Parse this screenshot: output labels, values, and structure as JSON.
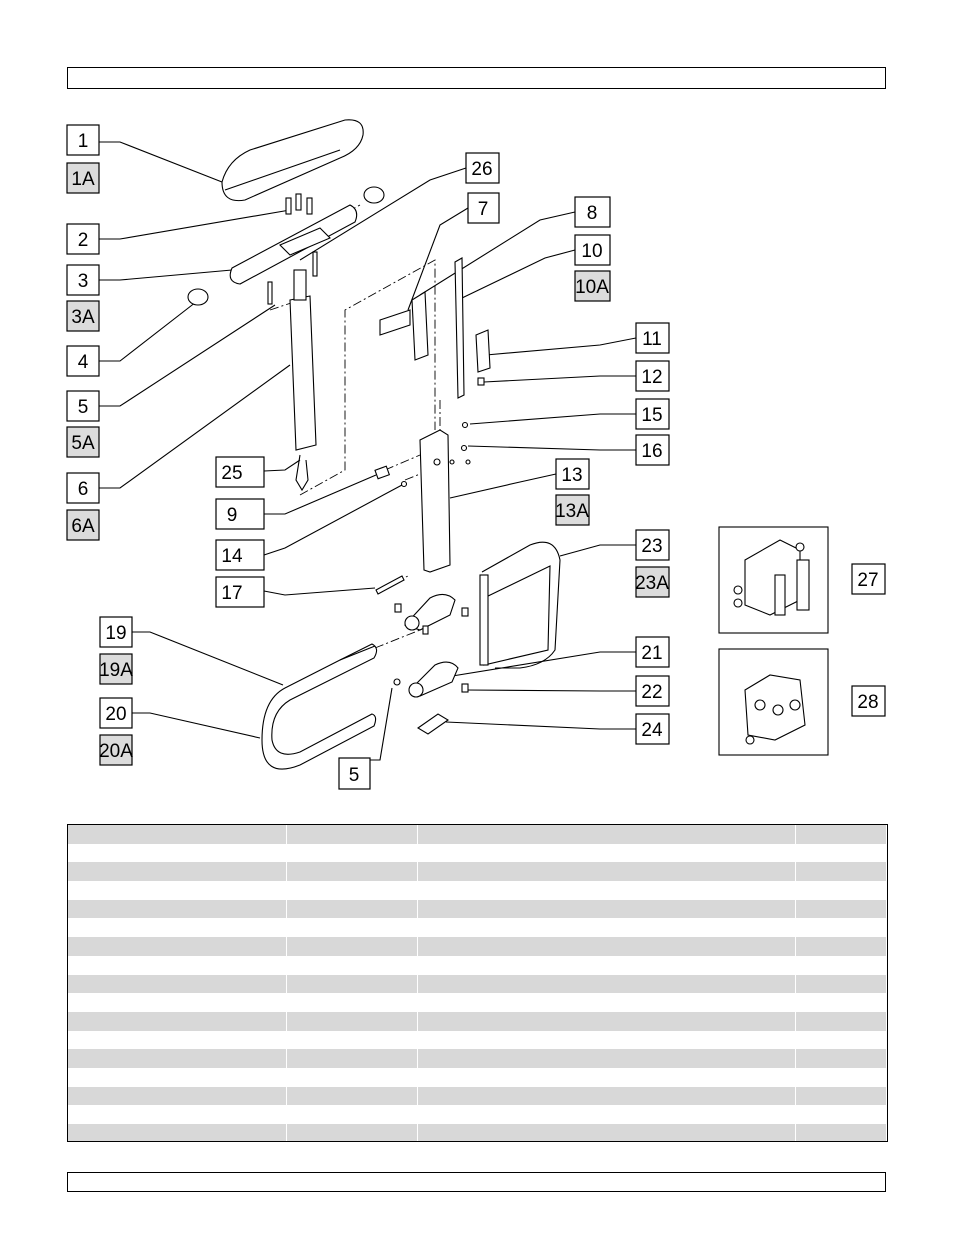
{
  "callouts": [
    {
      "id": "1",
      "shaded": false
    },
    {
      "id": "1A",
      "shaded": true
    },
    {
      "id": "2",
      "shaded": false
    },
    {
      "id": "3",
      "shaded": false
    },
    {
      "id": "3A",
      "shaded": true
    },
    {
      "id": "4",
      "shaded": false
    },
    {
      "id": "5",
      "shaded": false
    },
    {
      "id": "5A",
      "shaded": true
    },
    {
      "id": "6",
      "shaded": false
    },
    {
      "id": "6A",
      "shaded": true
    },
    {
      "id": "26",
      "shaded": false
    },
    {
      "id": "7",
      "shaded": false
    },
    {
      "id": "8",
      "shaded": false
    },
    {
      "id": "10",
      "shaded": false
    },
    {
      "id": "10A",
      "shaded": true
    },
    {
      "id": "11",
      "shaded": false
    },
    {
      "id": "12",
      "shaded": false
    },
    {
      "id": "15",
      "shaded": false
    },
    {
      "id": "16",
      "shaded": false
    },
    {
      "id": "13",
      "shaded": false
    },
    {
      "id": "13A",
      "shaded": true
    },
    {
      "id": "25",
      "shaded": false
    },
    {
      "id": "9",
      "shaded": false
    },
    {
      "id": "14",
      "shaded": false
    },
    {
      "id": "17",
      "shaded": false
    },
    {
      "id": "23",
      "shaded": false
    },
    {
      "id": "23A",
      "shaded": true
    },
    {
      "id": "27",
      "shaded": false
    },
    {
      "id": "19",
      "shaded": false
    },
    {
      "id": "19A",
      "shaded": true
    },
    {
      "id": "21",
      "shaded": false
    },
    {
      "id": "22",
      "shaded": false
    },
    {
      "id": "20",
      "shaded": false
    },
    {
      "id": "20A",
      "shaded": true
    },
    {
      "id": "24",
      "shaded": false
    },
    {
      "id": "28",
      "shaded": false
    },
    {
      "id": "5",
      "shaded": false
    }
  ],
  "table": {
    "rows": 17,
    "columns": 4
  }
}
